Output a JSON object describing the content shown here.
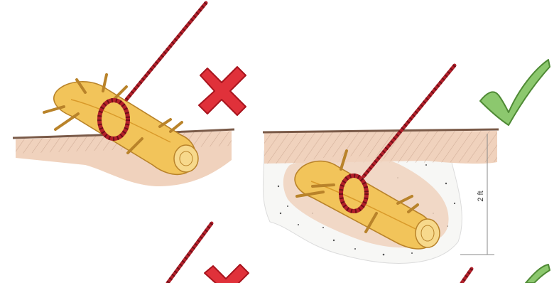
{
  "depth_label": "2 ft",
  "panels": [
    {
      "verdict": "incorrect",
      "icon": "red-x-icon"
    },
    {
      "verdict": "correct",
      "icon": "green-check-icon",
      "depth": "2 ft"
    },
    {
      "verdict": "incorrect",
      "icon": "red-x-icon"
    },
    {
      "verdict": "correct",
      "icon": "green-check-icon"
    }
  ],
  "colors": {
    "rope": "#b3202a",
    "log_fill": "#f2c45a",
    "log_shade": "#d99a2a",
    "soil": "#f0d2bd",
    "ground_line": "#7a5a48",
    "cross": "#e0313a",
    "check": "#8cc86e"
  }
}
